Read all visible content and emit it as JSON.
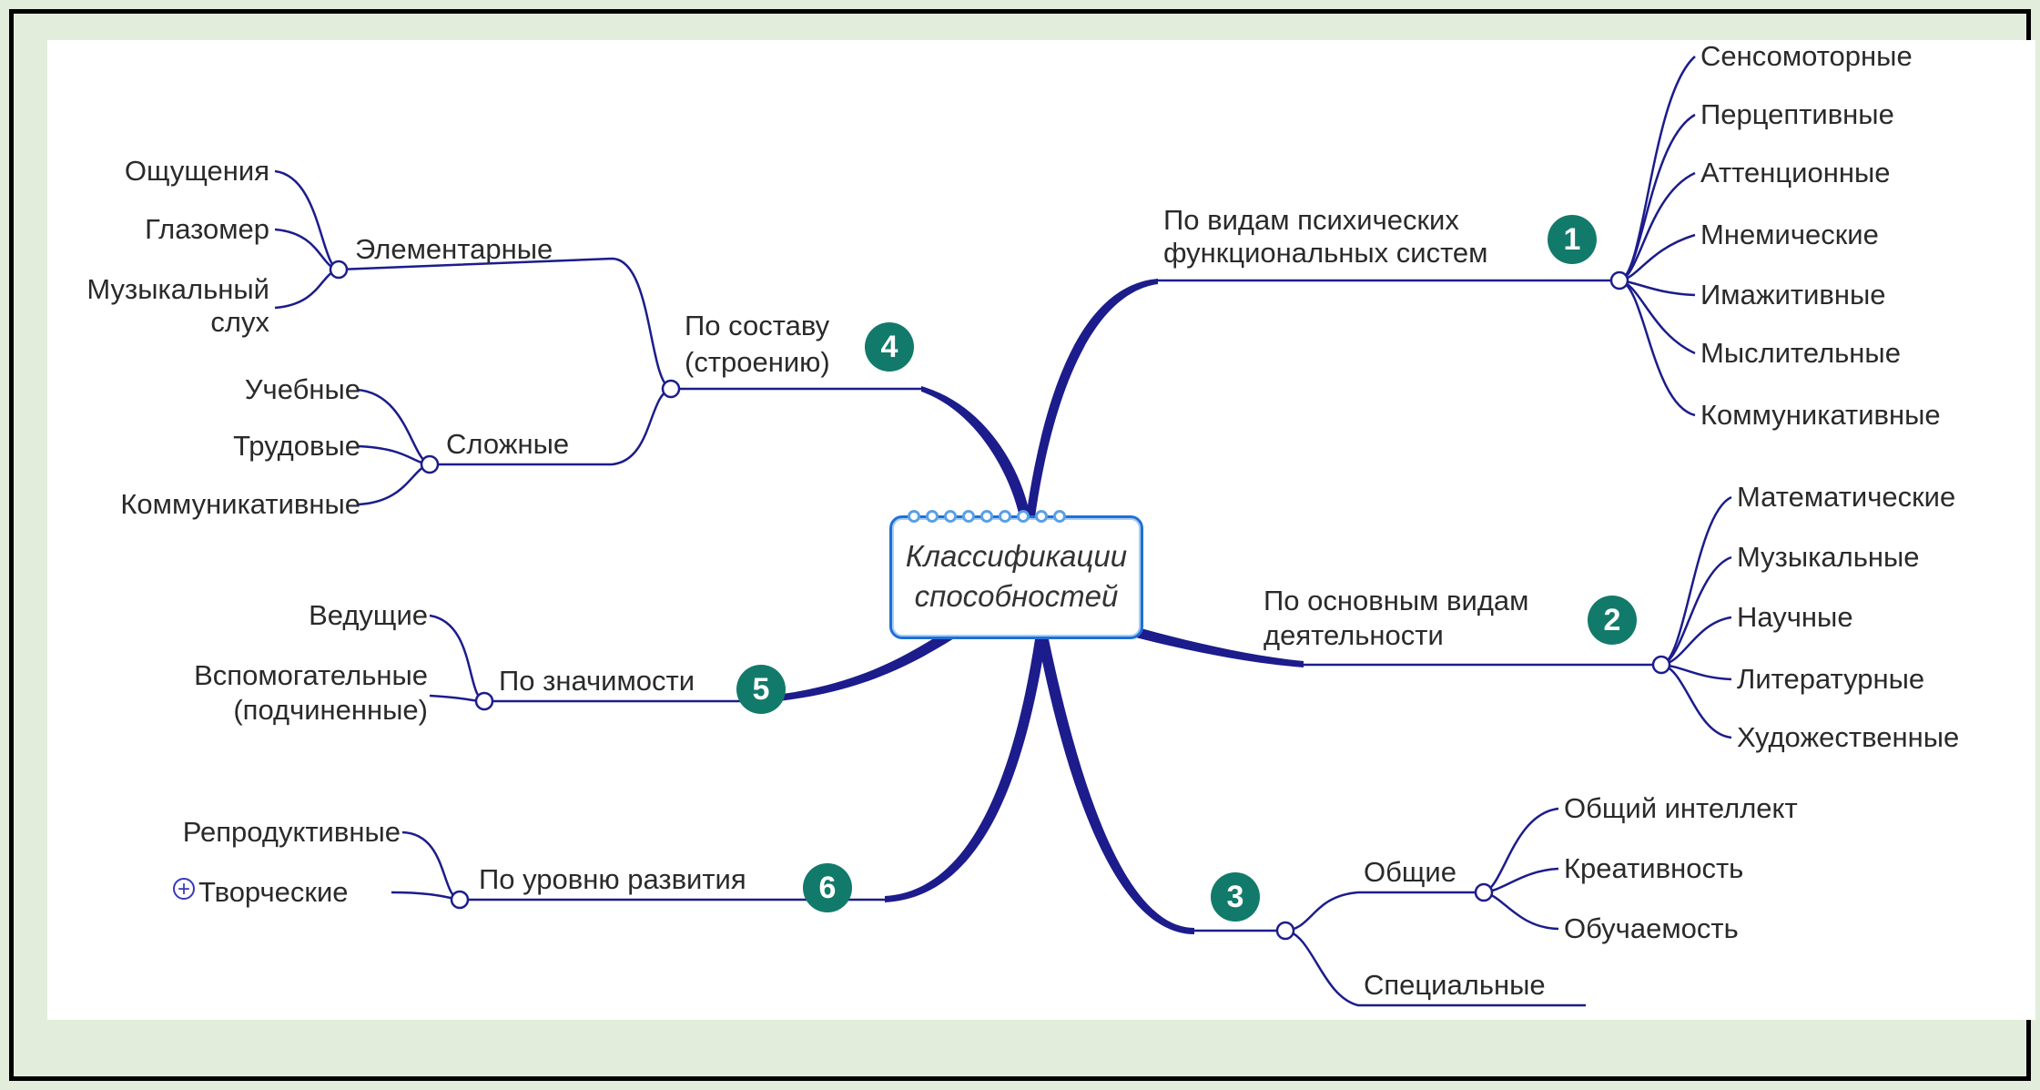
{
  "center": {
    "line1": "Классификации",
    "line2": "способностей"
  },
  "branches": {
    "b1": {
      "number": "1",
      "line1": "По видам психических",
      "line2": "функциональных систем",
      "items": [
        "Сенсомоторные",
        "Перцептивные",
        "Аттенционные",
        "Мнемические",
        "Имажитивные",
        "Мыслительные",
        "Коммуникативные"
      ]
    },
    "b2": {
      "number": "2",
      "line1": "По основным видам",
      "line2": "деятельности",
      "items": [
        "Математические",
        "Музыкальные",
        "Научные",
        "Литературные",
        "Художественные"
      ]
    },
    "b3": {
      "number": "3",
      "general": {
        "label": "Общие",
        "items": [
          "Общий интеллект",
          "Креативность",
          "Обучаемость"
        ]
      },
      "special": {
        "label": "Специальные"
      }
    },
    "b4": {
      "number": "4",
      "line1": "По составу",
      "line2": "(строению)",
      "elementary": {
        "label": "Элементарные",
        "items": [
          "Ощущения",
          "Глазомер",
          "Музыкальный",
          "слух"
        ]
      },
      "complex": {
        "label": "Сложные",
        "items": [
          "Учебные",
          "Трудовые",
          "Коммуникативные"
        ]
      }
    },
    "b5": {
      "number": "5",
      "line1": "По значимости",
      "items": [
        "Ведущие",
        "Вспомогательные",
        "(подчиненные)"
      ]
    },
    "b6": {
      "number": "6",
      "line1": "По уровню развития",
      "items": [
        "Репродуктивные",
        "Творческие"
      ]
    }
  },
  "colors": {
    "line": "#1c1c8c",
    "badge": "#127a6a",
    "frame": "#000000",
    "background": "#e2eedb"
  }
}
